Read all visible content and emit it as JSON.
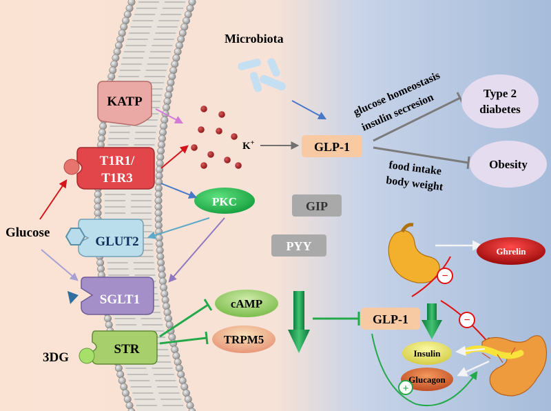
{
  "labels": {
    "microbiota": "Microbiota",
    "katp": "KATP",
    "t1r_line1": "T1R1/",
    "t1r_line2": "T1R3",
    "glucose": "Glucose",
    "glut2": "GLUT2",
    "sglt1": "SGLT1",
    "str": "STR",
    "dg3": "3DG",
    "k_ion": "K",
    "k_sup": "+",
    "glp1_top": "GLP-1",
    "glp1_bottom": "GLP-1",
    "pkc": "PKC",
    "gip": "GIP",
    "pyy": "PYY",
    "camp": "cAMP",
    "trpm5": "TRPM5",
    "glucose_homeostasis": "glucose homeostasis",
    "insulin_secretion": "insulin secresion",
    "type2_line1": "Type 2",
    "type2_line2": "diabetes",
    "obesity": "Obesity",
    "food_intake": "food intake",
    "body_weight": "body weight",
    "ghrelin": "Ghrelin",
    "insulin": "Insulin",
    "glucagon": "Glucagon",
    "plus_sign": "+",
    "minus_sign": "−"
  },
  "colors": {
    "background_left": "#f8dcc8",
    "background_right": "#a9bfdc",
    "katp_fill": "#e8a8a3",
    "t1r_fill": "#e3464b",
    "glut2_fill": "#b9dcea",
    "sglt1_fill": "#a28ec8",
    "str_fill": "#a6cf6a",
    "pkc_fill": "#1db34c",
    "glp1_fill": "#f7c9a0",
    "gray_box_fill": "#aaaaaa",
    "camp_fill": "#7cc24c",
    "trpm5_fill": "#e89a80",
    "ellipse_fill": "#e7dcee",
    "ghrelin_fill": "#b30f0f",
    "insulin_fill": "#e6e35a",
    "glucagon_fill": "#d9622a",
    "ion_dot": "#a01e1e",
    "inhibit_green": "#23a84a",
    "inhibit_red": "#e01010"
  }
}
